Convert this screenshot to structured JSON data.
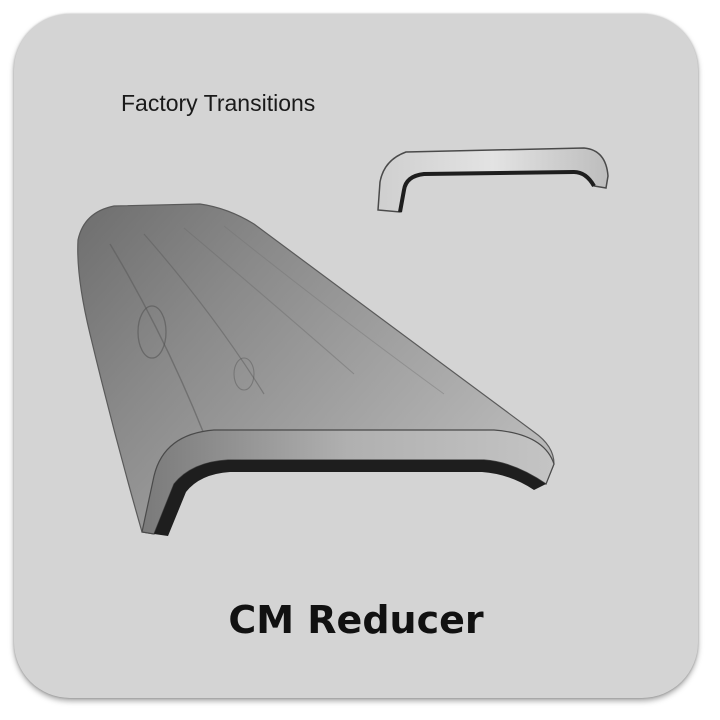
{
  "card": {
    "subtitle": "Factory Transitions",
    "title": "CM Reducer"
  },
  "images": {
    "profile_icon": "reducer-profile-cross-section",
    "main_icon": "reducer-molding-photo"
  },
  "colors": {
    "card_background": "#d4d4d4",
    "text": "#111111"
  }
}
